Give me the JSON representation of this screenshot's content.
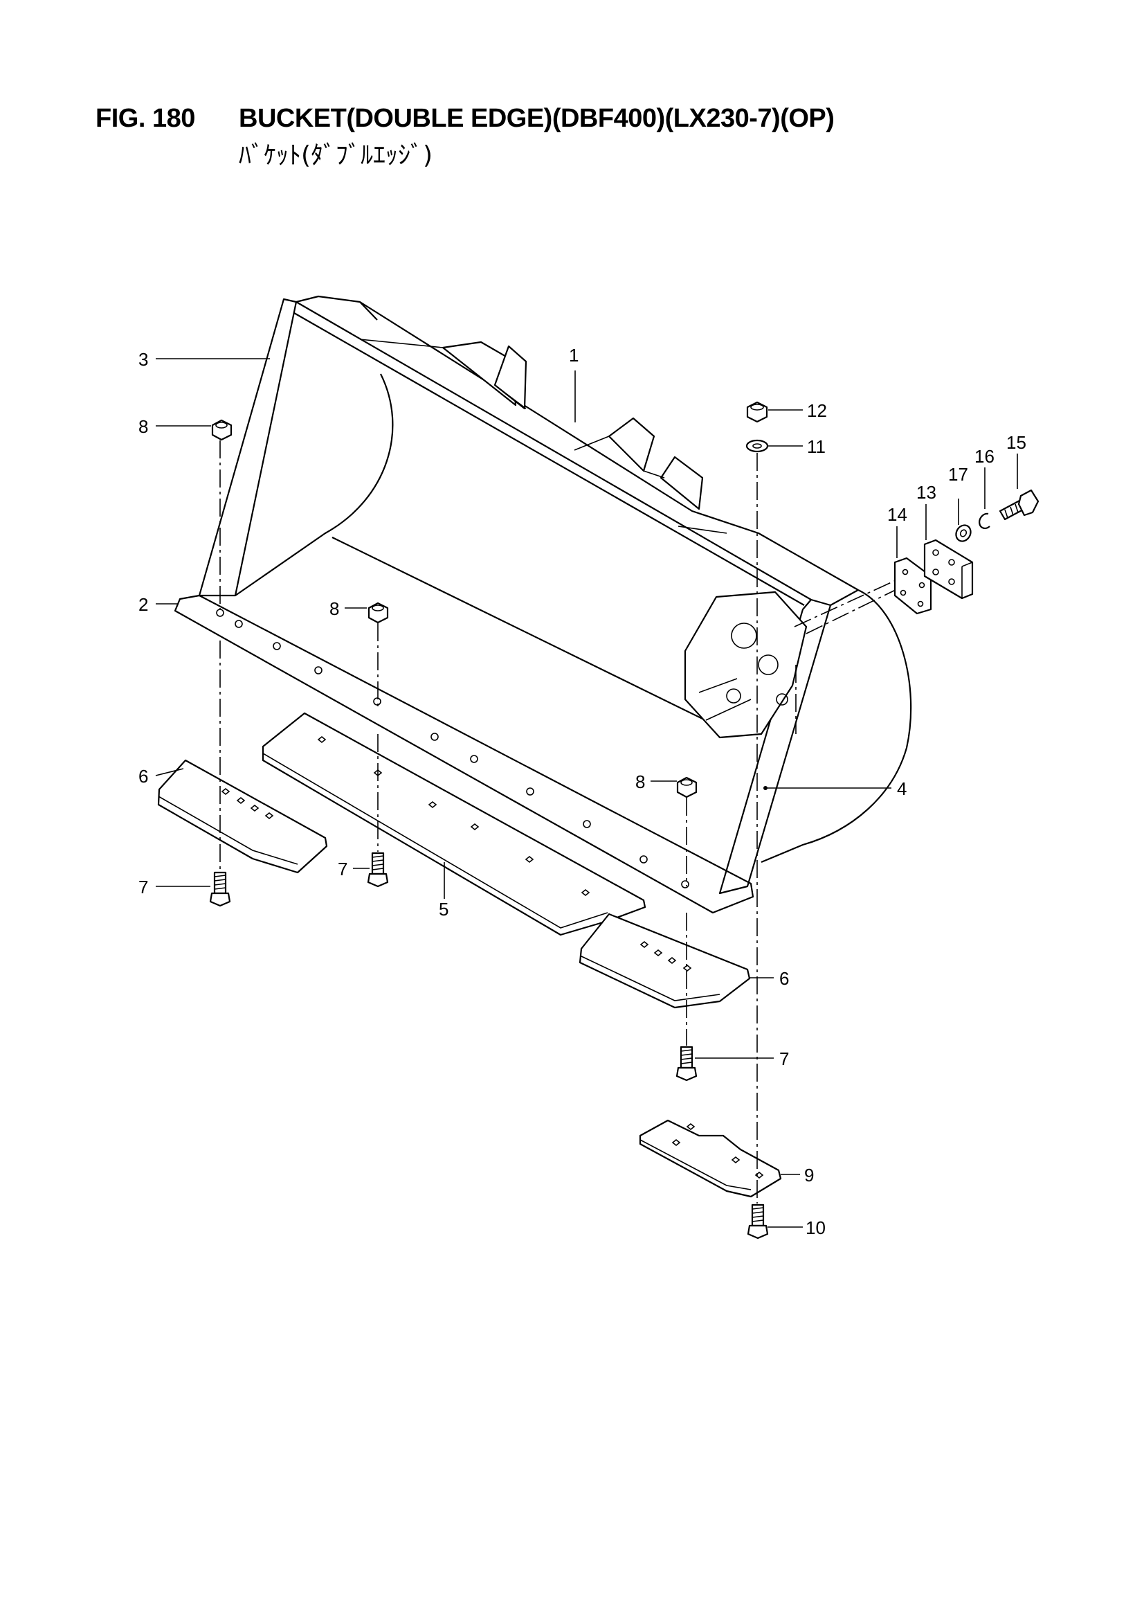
{
  "figure": {
    "number": "FIG. 180",
    "title": "BUCKET(DOUBLE EDGE)(DBF400)(LX230-7)(OP)",
    "subtitle": "ﾊﾞｹｯﾄ(ﾀﾞﾌﾞﾙｴｯｼﾞ)"
  },
  "callouts": {
    "c1": "1",
    "c2": "2",
    "c3": "3",
    "c4": "4",
    "c5": "5",
    "c6a": "6",
    "c6b": "6",
    "c7a": "7",
    "c7b": "7",
    "c7c": "7",
    "c8a": "8",
    "c8b": "8",
    "c8c": "8",
    "c9": "9",
    "c10": "10",
    "c11": "11",
    "c12": "12",
    "c13": "13",
    "c14": "14",
    "c15": "15",
    "c16": "16",
    "c17": "17"
  }
}
